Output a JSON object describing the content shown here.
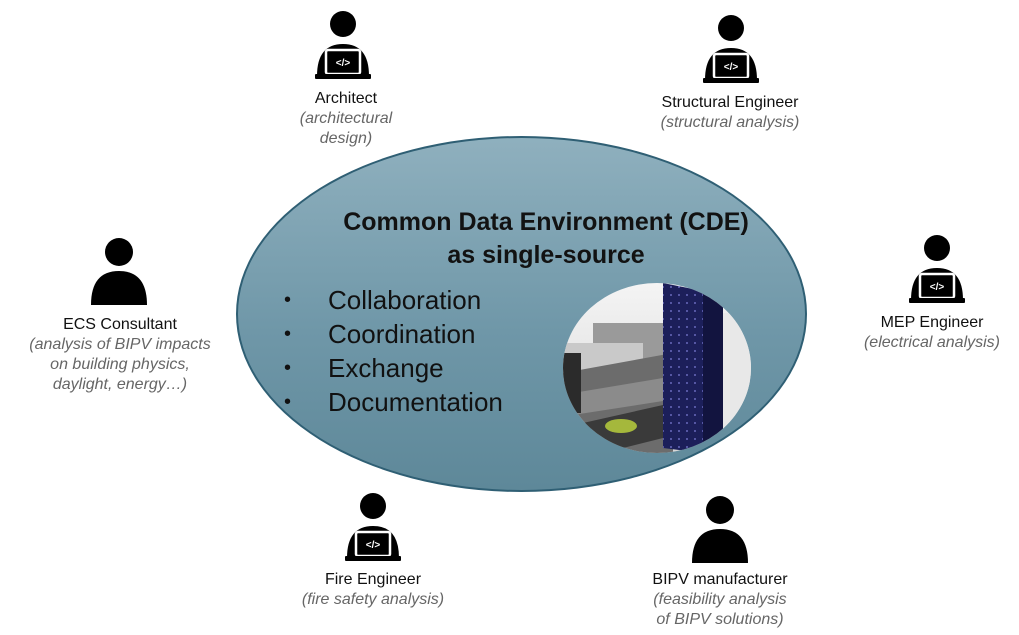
{
  "cde": {
    "title_line1": "Common Data Environment (CDE)",
    "title_line2": "as single-source",
    "bullets": [
      "Collaboration",
      "Coordination",
      "Exchange",
      "Documentation"
    ]
  },
  "roles": {
    "architect": {
      "name": "Architect",
      "desc_line1": "(architectural",
      "desc_line2": "design)"
    },
    "structural": {
      "name": "Structural Engineer",
      "desc_line1": "(structural analysis)"
    },
    "ecs": {
      "name": "ECS Consultant",
      "desc_line1": "(analysis of BIPV impacts",
      "desc_line2": "on building physics,",
      "desc_line3": "daylight, energy…)"
    },
    "mep": {
      "name": "MEP Engineer",
      "desc_line1": "(electrical analysis)"
    },
    "fire": {
      "name": "Fire Engineer",
      "desc_line1": "(fire safety analysis)"
    },
    "bipv": {
      "name": "BIPV manufacturer",
      "desc_line1": "(feasibility analysis",
      "desc_line2": "of BIPV solutions)"
    }
  },
  "icons": {
    "developer": "person-with-laptop-icon",
    "person": "person-icon"
  },
  "colors": {
    "ellipse_fill": "#7fa3b3",
    "ellipse_border": "#2f5f74",
    "role_desc": "#666666"
  }
}
